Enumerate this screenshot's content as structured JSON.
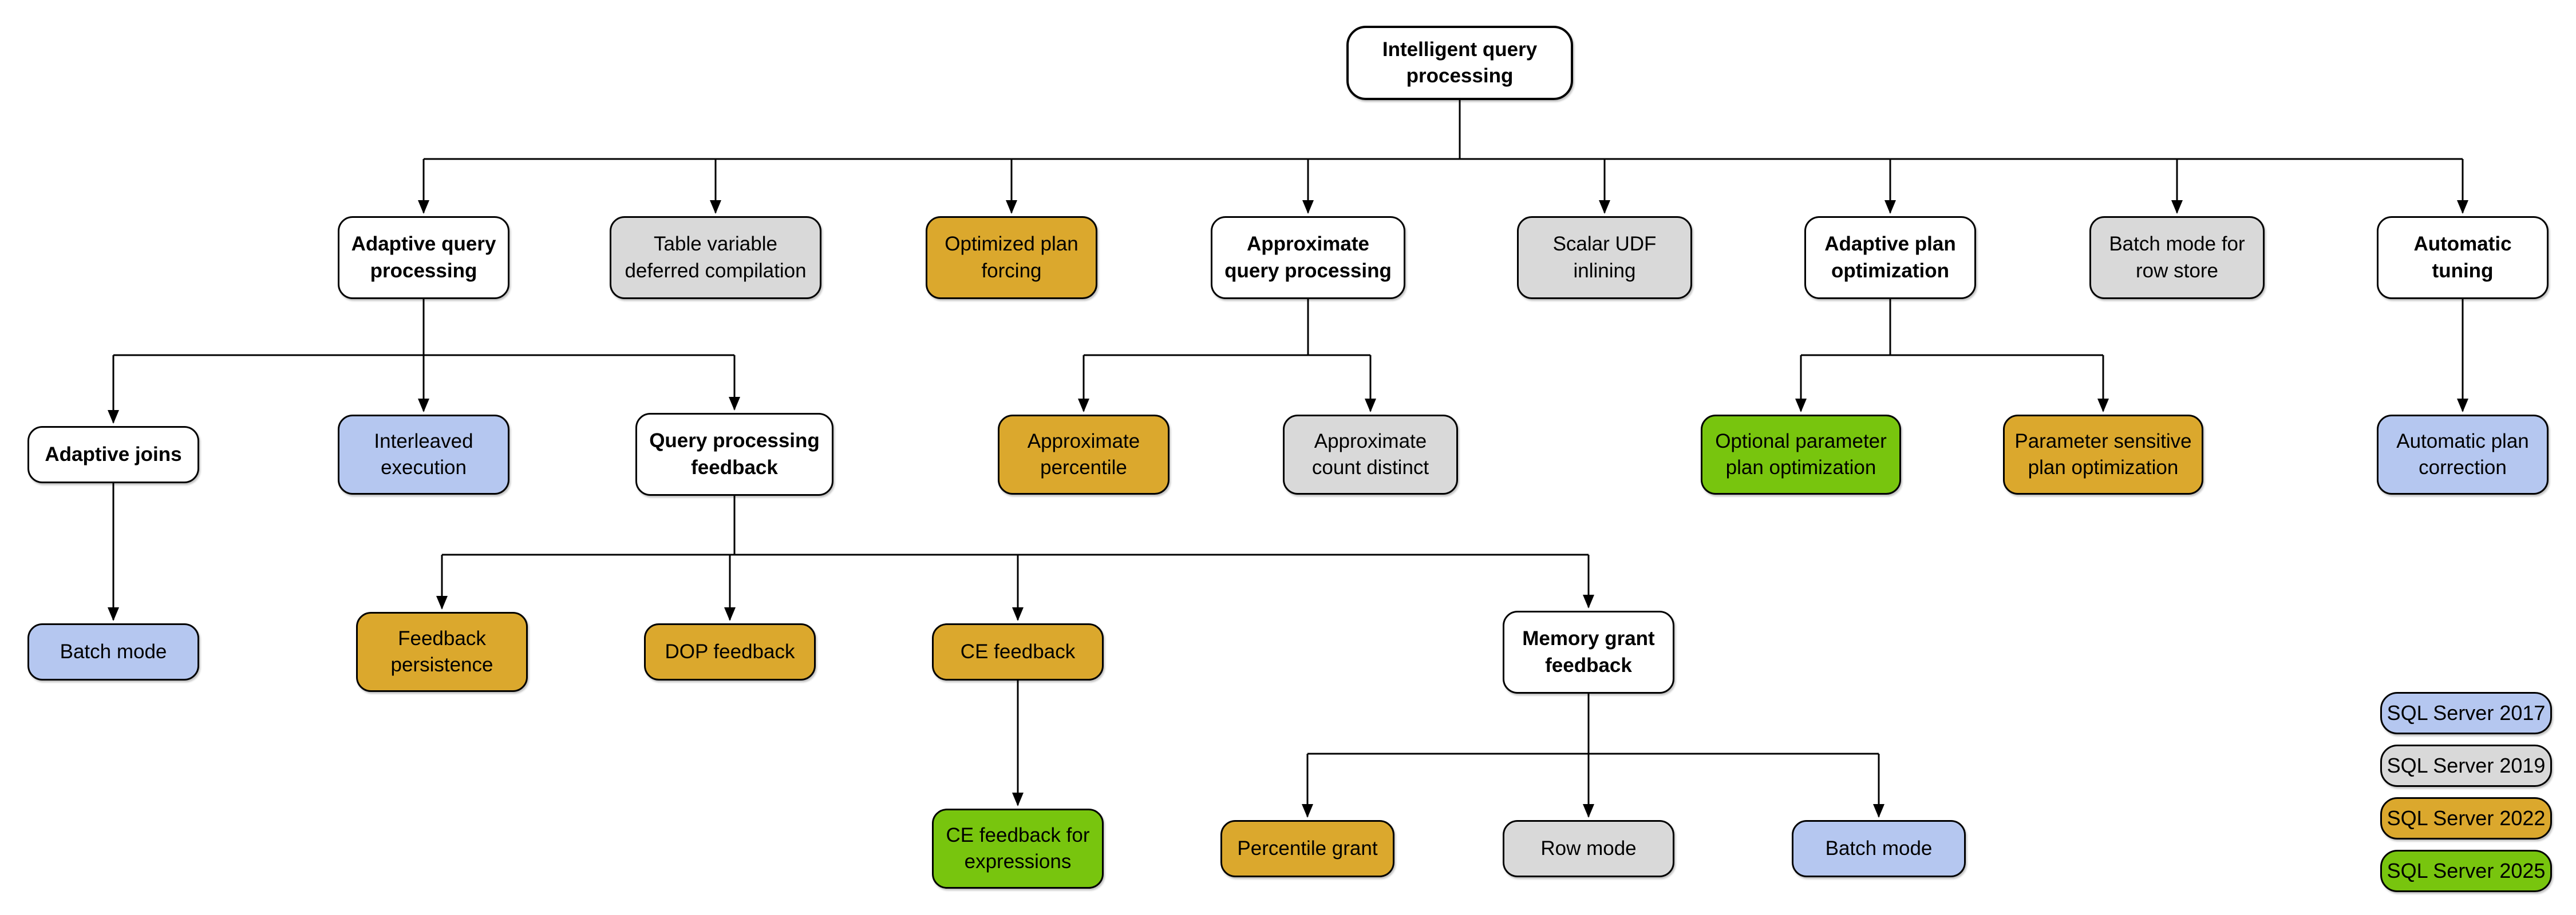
{
  "diagram": {
    "root_label": "Intelligent query processing",
    "line_color": "#000000",
    "background": "#ffffff"
  },
  "colors": {
    "category_white": "#ffffff",
    "sql_server_2017_blue": "#b5c7f0",
    "sql_server_2019_gray": "#d9d9d9",
    "sql_server_2022_gold": "#dba82d",
    "sql_server_2025_green": "#78c50e",
    "border": "#000000"
  },
  "nodes": [
    {
      "label": "Intelligent query\nprocessing",
      "color": "#ffffff",
      "version": null
    },
    {
      "label": "Adaptive query\nprocessing",
      "color": "#ffffff",
      "version": null
    },
    {
      "label": "Table variable\ndeferred compilation",
      "color": "#d9d9d9",
      "version": "SQL Server 2019"
    },
    {
      "label": "Optimized plan\nforcing",
      "color": "#dba82d",
      "version": "SQL Server 2022"
    },
    {
      "label": "Approximate\nquery processing",
      "color": "#ffffff",
      "version": null
    },
    {
      "label": "Scalar UDF\ninlining",
      "color": "#d9d9d9",
      "version": "SQL Server 2019"
    },
    {
      "label": "Adaptive plan\noptimization",
      "color": "#ffffff",
      "version": null
    },
    {
      "label": "Batch mode for\nrow store",
      "color": "#d9d9d9",
      "version": "SQL Server 2019"
    },
    {
      "label": "Automatic\ntuning",
      "color": "#ffffff",
      "version": null
    },
    {
      "label": "Adaptive joins",
      "color": "#ffffff",
      "version": null
    },
    {
      "label": "Interleaved\nexecution",
      "color": "#b5c7f0",
      "version": "SQL Server 2017"
    },
    {
      "label": "Query processing\nfeedback",
      "color": "#ffffff",
      "version": null
    },
    {
      "label": "Approximate\npercentile",
      "color": "#dba82d",
      "version": "SQL Server 2022"
    },
    {
      "label": "Approximate\ncount distinct",
      "color": "#d9d9d9",
      "version": "SQL Server 2019"
    },
    {
      "label": "Optional parameter\nplan optimization",
      "color": "#78c50e",
      "version": "SQL Server 2025"
    },
    {
      "label": "Parameter sensitive\nplan optimization",
      "color": "#dba82d",
      "version": "SQL Server 2022"
    },
    {
      "label": "Automatic plan\ncorrection",
      "color": "#b5c7f0",
      "version": "SQL Server 2017"
    },
    {
      "label": "Batch mode",
      "color": "#b5c7f0",
      "version": "SQL Server 2017"
    },
    {
      "label": "Feedback\npersistence",
      "color": "#dba82d",
      "version": "SQL Server 2022"
    },
    {
      "label": "DOP feedback",
      "color": "#dba82d",
      "version": "SQL Server 2022"
    },
    {
      "label": "CE feedback",
      "color": "#dba82d",
      "version": "SQL Server 2022"
    },
    {
      "label": "Memory grant\nfeedback",
      "color": "#ffffff",
      "version": null
    },
    {
      "label": "CE feedback for\nexpressions",
      "color": "#78c50e",
      "version": "SQL Server 2025"
    },
    {
      "label": "Percentile grant",
      "color": "#dba82d",
      "version": "SQL Server 2022"
    },
    {
      "label": "Row mode",
      "color": "#d9d9d9",
      "version": "SQL Server 2019"
    },
    {
      "label": "Batch mode",
      "color": "#b5c7f0",
      "version": "SQL Server 2017"
    }
  ],
  "edges": [
    [
      0,
      1
    ],
    [
      0,
      2
    ],
    [
      0,
      3
    ],
    [
      0,
      4
    ],
    [
      0,
      5
    ],
    [
      0,
      6
    ],
    [
      0,
      7
    ],
    [
      0,
      8
    ],
    [
      1,
      9
    ],
    [
      1,
      10
    ],
    [
      1,
      11
    ],
    [
      9,
      17
    ],
    [
      4,
      12
    ],
    [
      4,
      13
    ],
    [
      6,
      14
    ],
    [
      6,
      15
    ],
    [
      8,
      16
    ],
    [
      11,
      18
    ],
    [
      11,
      19
    ],
    [
      11,
      20
    ],
    [
      11,
      21
    ],
    [
      20,
      22
    ],
    [
      21,
      23
    ],
    [
      21,
      24
    ],
    [
      21,
      25
    ]
  ],
  "legend": {
    "items": [
      {
        "label": "SQL Server 2017",
        "color": "#b5c7f0"
      },
      {
        "label": "SQL Server 2019",
        "color": "#d9d9d9"
      },
      {
        "label": "SQL Server 2022",
        "color": "#dba82d"
      },
      {
        "label": "SQL Server 2025",
        "color": "#78c50e"
      }
    ]
  }
}
